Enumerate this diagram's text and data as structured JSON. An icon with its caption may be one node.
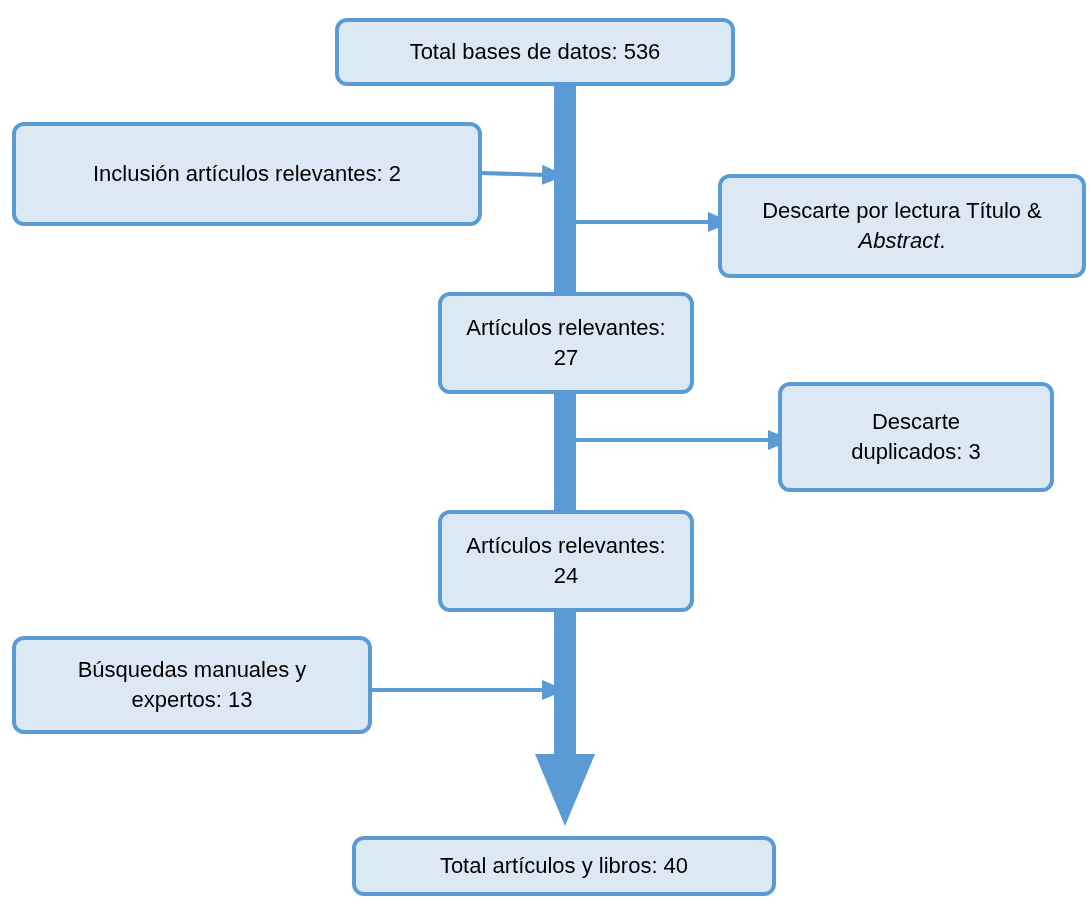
{
  "diagram": {
    "nodes": [
      {
        "text": [
          "Total bases de datos: 536"
        ]
      },
      {
        "text": [
          "Inclusión artículos relevantes: 2"
        ]
      },
      {
        "text": [
          "Descarte por lectura Título & *Abstract*."
        ]
      },
      {
        "text": [
          "Artículos relevantes: 27"
        ]
      },
      {
        "text": [
          "Descarte duplicados: 3"
        ]
      },
      {
        "text": [
          "Artículos relevantes: 24"
        ]
      },
      {
        "text": [
          "Búsquedas manuales y expertos: 13"
        ]
      },
      {
        "text": [
          "Total artículos y libros: 40"
        ]
      }
    ],
    "edges": [
      {
        "from": 0,
        "to": 3,
        "arrow": "none",
        "style": "thick"
      },
      {
        "from": 3,
        "to": 5,
        "arrow": "none",
        "style": "thick"
      },
      {
        "from": 5,
        "to": 7,
        "arrow": "to",
        "style": "thick"
      },
      {
        "from": 1,
        "to": null,
        "arrow": "to"
      },
      {
        "from": null,
        "to": 2,
        "arrow": "to"
      },
      {
        "from": null,
        "to": 4,
        "arrow": "to"
      },
      {
        "from": 6,
        "to": null,
        "arrow": "to"
      }
    ]
  }
}
